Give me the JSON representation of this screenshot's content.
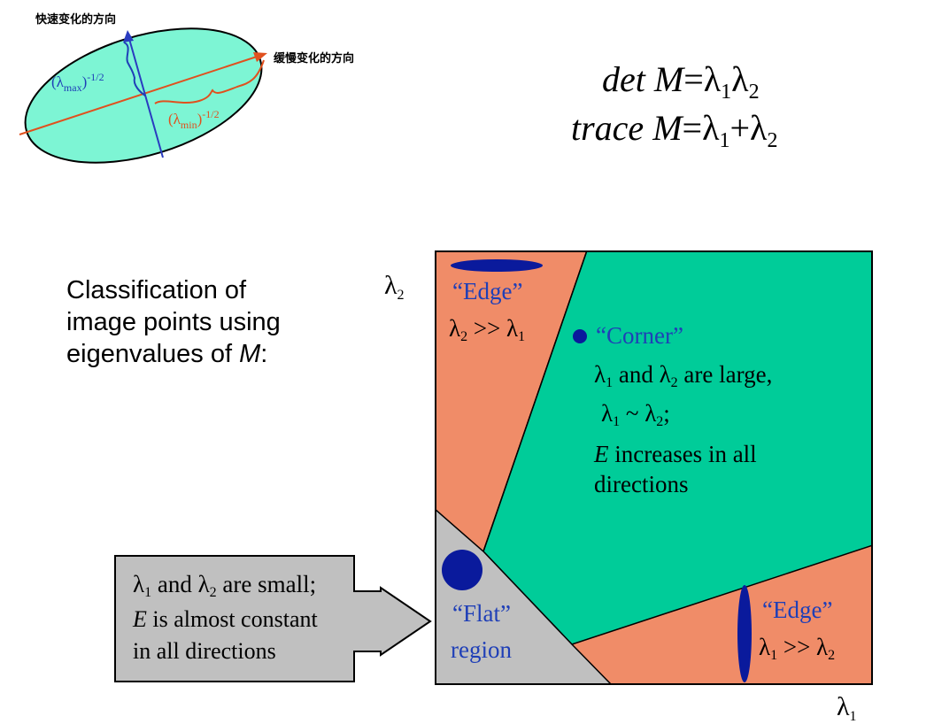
{
  "ellipse_figure": {
    "fast_direction_label": "快速变化的方向",
    "slow_direction_label": "缓慢变化的方向",
    "lambda_max_label": "(λmax)-1/2",
    "lambda_min_label": "(λmin)-1/2",
    "colors": {
      "fill": "#7df5d4",
      "major_axis": "#e0501e",
      "minor_axis": "#2a3cc0"
    }
  },
  "formulas": {
    "det": {
      "left": "det M",
      "equals": "=",
      "right": "λ1λ2"
    },
    "trace": {
      "left": "trace M",
      "equals": "=",
      "right": "λ1+λ2"
    }
  },
  "classification_text": {
    "line1": "Classification of",
    "line2": "image points using",
    "line3_prefix": "eigenvalues of ",
    "line3_var": "M",
    "line3_suffix": ":"
  },
  "diagram": {
    "axis_y_label": "λ2",
    "axis_x_label": "λ1",
    "regions": {
      "edge_top": {
        "title": "“Edge”",
        "condition": "λ2 >> λ1"
      },
      "corner": {
        "title": "“Corner”",
        "line1": "λ1 and λ2 are large,",
        "line2": "λ1 ~ λ2;",
        "line3_var": "E",
        "line3_rest": " increases in all",
        "line4": "directions"
      },
      "flat": {
        "line1": "“Flat”",
        "line2": "region"
      },
      "edge_right": {
        "title": "“Edge”",
        "condition": "λ1 >> λ2"
      }
    },
    "colors": {
      "edge": "#f08c68",
      "corner": "#00cc99",
      "flat": "#c0c0c0",
      "marker": "#0a1a9c",
      "label": "#1f3fb7"
    }
  },
  "callout": {
    "line1": "λ1 and λ2 are small;",
    "line2_var": "E",
    "line2_rest": " is almost constant",
    "line3": "in all directions"
  }
}
